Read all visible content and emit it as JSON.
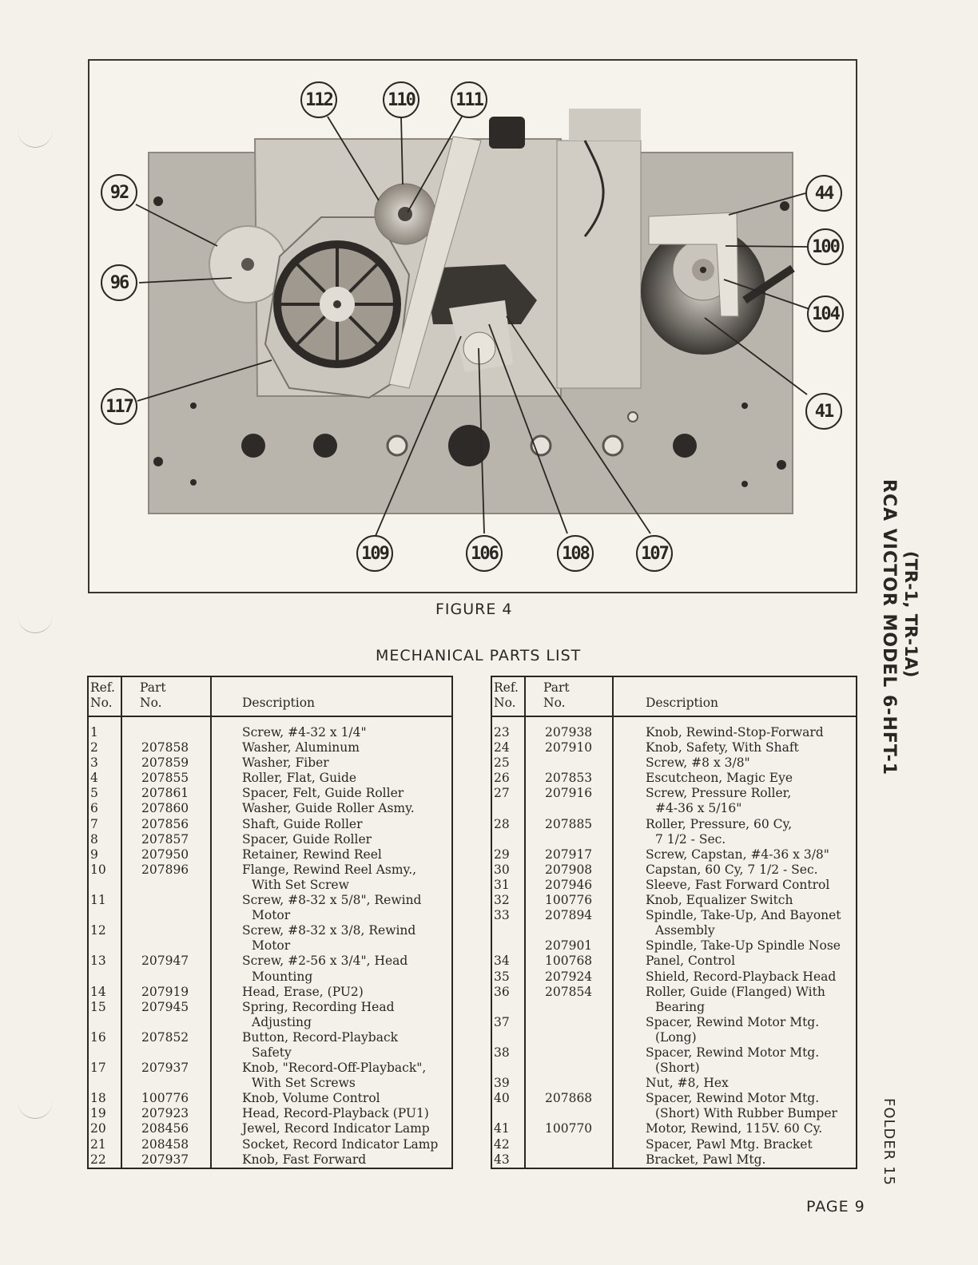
{
  "figure": {
    "caption": "FIGURE 4",
    "callouts": [
      "112",
      "110",
      "111",
      "92",
      "96",
      "117",
      "44",
      "100",
      "104",
      "41",
      "109",
      "106",
      "108",
      "107"
    ]
  },
  "parts_list": {
    "title": "MECHANICAL PARTS LIST",
    "headers": {
      "ref": "Ref.",
      "ref2": "No.",
      "part": "Part",
      "part2": "No.",
      "desc": "Description"
    },
    "left": [
      {
        "ref": "1",
        "part": "",
        "desc": "Screw, #4-32 x 1/4\"",
        "desc2": ""
      },
      {
        "ref": "2",
        "part": "207858",
        "desc": "Washer, Aluminum",
        "desc2": ""
      },
      {
        "ref": "3",
        "part": "207859",
        "desc": "Washer, Fiber",
        "desc2": ""
      },
      {
        "ref": "4",
        "part": "207855",
        "desc": "Roller, Flat, Guide",
        "desc2": ""
      },
      {
        "ref": "5",
        "part": "207861",
        "desc": "Spacer, Felt, Guide Roller",
        "desc2": ""
      },
      {
        "ref": "6",
        "part": "207860",
        "desc": "Washer, Guide Roller Asmy.",
        "desc2": ""
      },
      {
        "ref": "7",
        "part": "207856",
        "desc": "Shaft, Guide Roller",
        "desc2": ""
      },
      {
        "ref": "8",
        "part": "207857",
        "desc": "Spacer, Guide Roller",
        "desc2": ""
      },
      {
        "ref": "9",
        "part": "207950",
        "desc": "Retainer, Rewind Reel",
        "desc2": ""
      },
      {
        "ref": "10",
        "part": "207896",
        "desc": "Flange, Rewind Reel Asmy.,",
        "desc2": "With Set Screw"
      },
      {
        "ref": "11",
        "part": "",
        "desc": "Screw, #8-32 x 5/8\", Rewind",
        "desc2": "Motor"
      },
      {
        "ref": "12",
        "part": "",
        "desc": "Screw, #8-32 x 3/8, Rewind",
        "desc2": "Motor"
      },
      {
        "ref": "13",
        "part": "207947",
        "desc": "Screw, #2-56 x 3/4\", Head",
        "desc2": "Mounting"
      },
      {
        "ref": "14",
        "part": "207919",
        "desc": "Head, Erase, (PU2)",
        "desc2": ""
      },
      {
        "ref": "15",
        "part": "207945",
        "desc": "Spring, Recording Head",
        "desc2": "Adjusting"
      },
      {
        "ref": "16",
        "part": "207852",
        "desc": "Button, Record-Playback",
        "desc2": "Safety"
      },
      {
        "ref": "17",
        "part": "207937",
        "desc": "Knob, \"Record-Off-Playback\",",
        "desc2": "With Set Screws"
      },
      {
        "ref": "18",
        "part": "100776",
        "desc": "Knob, Volume Control",
        "desc2": ""
      },
      {
        "ref": "19",
        "part": "207923",
        "desc": "Head, Record-Playback (PU1)",
        "desc2": ""
      },
      {
        "ref": "20",
        "part": "208456",
        "desc": "Jewel, Record Indicator Lamp",
        "desc2": ""
      },
      {
        "ref": "21",
        "part": "208458",
        "desc": "Socket, Record Indicator Lamp",
        "desc2": ""
      },
      {
        "ref": "22",
        "part": "207937",
        "desc": "Knob, Fast Forward",
        "desc2": ""
      }
    ],
    "right": [
      {
        "ref": "23",
        "part": "207938",
        "desc": "Knob, Rewind-Stop-Forward",
        "desc2": ""
      },
      {
        "ref": "24",
        "part": "207910",
        "desc": "Knob, Safety, With Shaft",
        "desc2": ""
      },
      {
        "ref": "25",
        "part": "",
        "desc": "Screw, #8 x 3/8\"",
        "desc2": ""
      },
      {
        "ref": "26",
        "part": "207853",
        "desc": "Escutcheon, Magic Eye",
        "desc2": ""
      },
      {
        "ref": "27",
        "part": "207916",
        "desc": "Screw, Pressure Roller,",
        "desc2": "#4-36 x 5/16\""
      },
      {
        "ref": "28",
        "part": "207885",
        "desc": "Roller, Pressure, 60 Cy,",
        "desc2": "7 1/2 - Sec."
      },
      {
        "ref": "29",
        "part": "207917",
        "desc": "Screw, Capstan, #4-36 x 3/8\"",
        "desc2": ""
      },
      {
        "ref": "30",
        "part": "207908",
        "desc": "Capstan, 60 Cy, 7 1/2 - Sec.",
        "desc2": ""
      },
      {
        "ref": "31",
        "part": "207946",
        "desc": "Sleeve, Fast Forward Control",
        "desc2": ""
      },
      {
        "ref": "32",
        "part": "100776",
        "desc": "Knob, Equalizer Switch",
        "desc2": ""
      },
      {
        "ref": "33",
        "part": "207894",
        "desc": "Spindle, Take-Up, And Bayonet",
        "desc2": "Assembly"
      },
      {
        "ref": "",
        "part": "207901",
        "desc": "Spindle, Take-Up Spindle Nose",
        "desc2": ""
      },
      {
        "ref": "34",
        "part": "100768",
        "desc": "Panel, Control",
        "desc2": ""
      },
      {
        "ref": "35",
        "part": "207924",
        "desc": "Shield, Record-Playback Head",
        "desc2": ""
      },
      {
        "ref": "36",
        "part": "207854",
        "desc": "Roller, Guide (Flanged) With",
        "desc2": "Bearing"
      },
      {
        "ref": "37",
        "part": "",
        "desc": "Spacer, Rewind Motor Mtg.",
        "desc2": "(Long)"
      },
      {
        "ref": "38",
        "part": "",
        "desc": "Spacer, Rewind Motor Mtg.",
        "desc2": "(Short)"
      },
      {
        "ref": "39",
        "part": "",
        "desc": "Nut, #8, Hex",
        "desc2": ""
      },
      {
        "ref": "40",
        "part": "207868",
        "desc": "Spacer, Rewind Motor Mtg.",
        "desc2": "(Short) With Rubber Bumper"
      },
      {
        "ref": "41",
        "part": "100770",
        "desc": "Motor, Rewind, 115V. 60 Cy.",
        "desc2": ""
      },
      {
        "ref": "42",
        "part": "",
        "desc": "Spacer, Pawl Mtg. Bracket",
        "desc2": ""
      },
      {
        "ref": "43",
        "part": "",
        "desc": "Bracket, Pawl Mtg.",
        "desc2": ""
      }
    ]
  },
  "side": {
    "title": "RCA VICTOR MODEL 6-HFT-1",
    "subtitle": "(TR-1, TR-1A)",
    "folder": "FOLDER 15"
  },
  "page": "PAGE 9"
}
